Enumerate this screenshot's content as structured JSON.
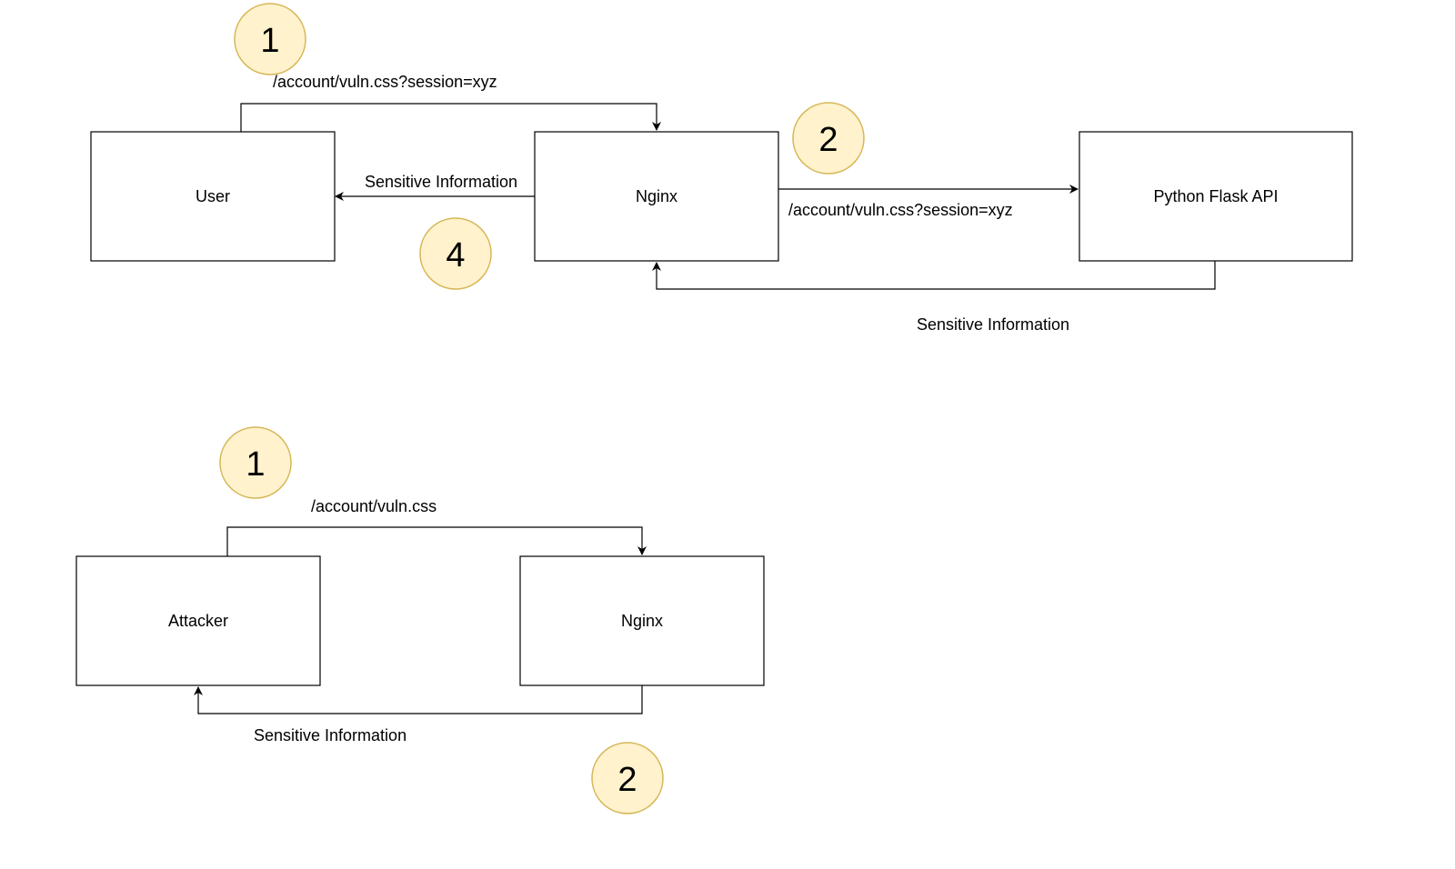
{
  "colors": {
    "stroke": "#000000",
    "step_fill": "#fff2cc",
    "step_stroke": "#d6b656"
  },
  "diagrams": [
    {
      "nodes": [
        {
          "id": "user",
          "label": "User"
        },
        {
          "id": "nginx",
          "label": "Nginx"
        },
        {
          "id": "flask",
          "label": "Python Flask API"
        }
      ],
      "edges": [
        {
          "from": "user",
          "to": "nginx",
          "label": "/account/vuln.css?session=xyz"
        },
        {
          "from": "nginx",
          "to": "flask",
          "label": "/account/vuln.css?session=xyz"
        },
        {
          "from": "flask",
          "to": "nginx",
          "label": "Sensitive Information"
        },
        {
          "from": "nginx",
          "to": "user",
          "label": "Sensitive Information"
        }
      ],
      "steps": [
        "1",
        "2",
        "4"
      ]
    },
    {
      "nodes": [
        {
          "id": "attacker",
          "label": "Attacker"
        },
        {
          "id": "nginx",
          "label": "Nginx"
        }
      ],
      "edges": [
        {
          "from": "attacker",
          "to": "nginx",
          "label": "/account/vuln.css"
        },
        {
          "from": "nginx",
          "to": "attacker",
          "label": "Sensitive Information"
        }
      ],
      "steps": [
        "1",
        "2"
      ]
    }
  ]
}
